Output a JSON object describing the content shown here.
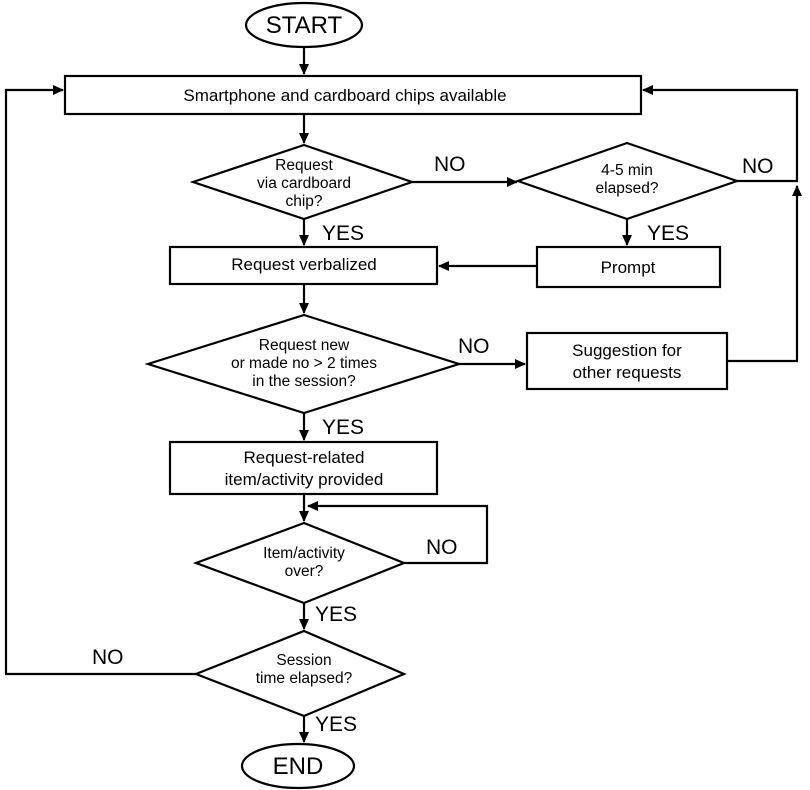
{
  "diagram": {
    "start": "START",
    "end": "END",
    "chips_available": "Smartphone and cardboard chips available",
    "via_chip": [
      "Request",
      "via cardboard",
      "chip?"
    ],
    "elapsed_4_5": [
      "4-5 min",
      "elapsed?"
    ],
    "verbalized": "Request verbalized",
    "prompt": "Prompt",
    "request_new": [
      "Request new",
      "or made no > 2 times",
      "in the session?"
    ],
    "suggestion": [
      "Suggestion for",
      "other requests"
    ],
    "provided": [
      "Request-related",
      "item/activity provided"
    ],
    "activity_over": [
      "Item/activity",
      "over?"
    ],
    "session_elapsed": [
      "Session",
      "time elapsed?"
    ],
    "yes_label": "YES",
    "no_label": "NO"
  }
}
